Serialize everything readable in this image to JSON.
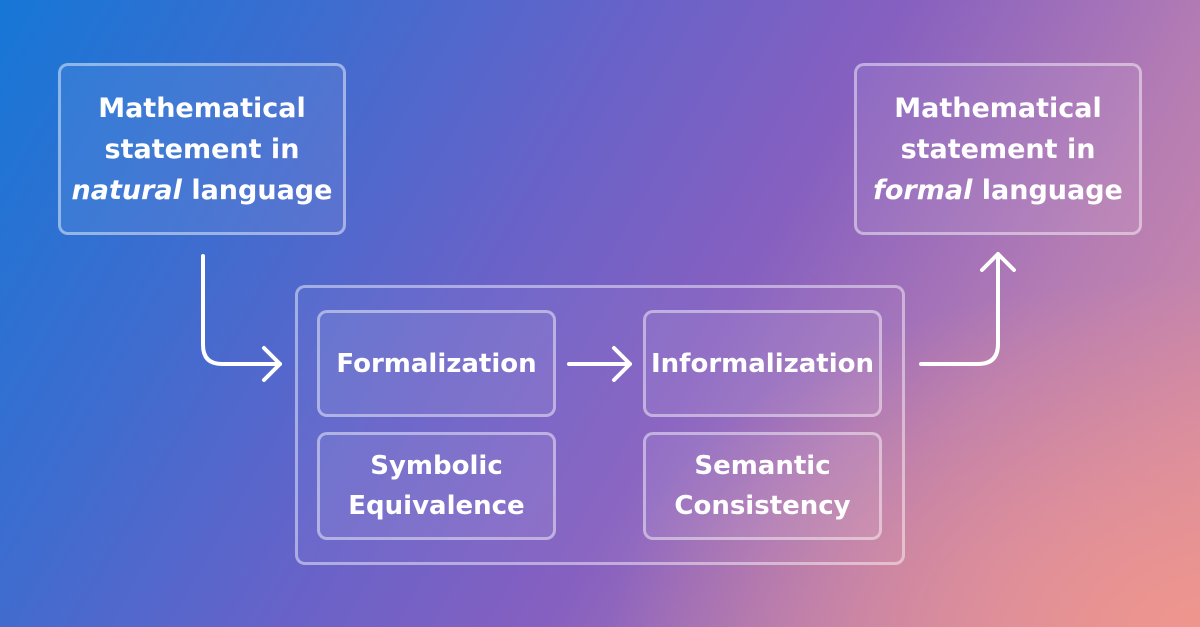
{
  "input_box": {
    "line1": "Mathematical",
    "line2": "statement in",
    "emphasis": "natural",
    "suffix": " language"
  },
  "output_box": {
    "line1": "Mathematical",
    "line2": "statement in",
    "emphasis": "formal",
    "suffix": " language"
  },
  "process": {
    "formalization": "Formalization",
    "informalization": "Informalization",
    "symbolic_line1": "Symbolic",
    "symbolic_line2": "Equivalence",
    "semantic_line1": "Semantic",
    "semantic_line2": "Consistency"
  }
}
